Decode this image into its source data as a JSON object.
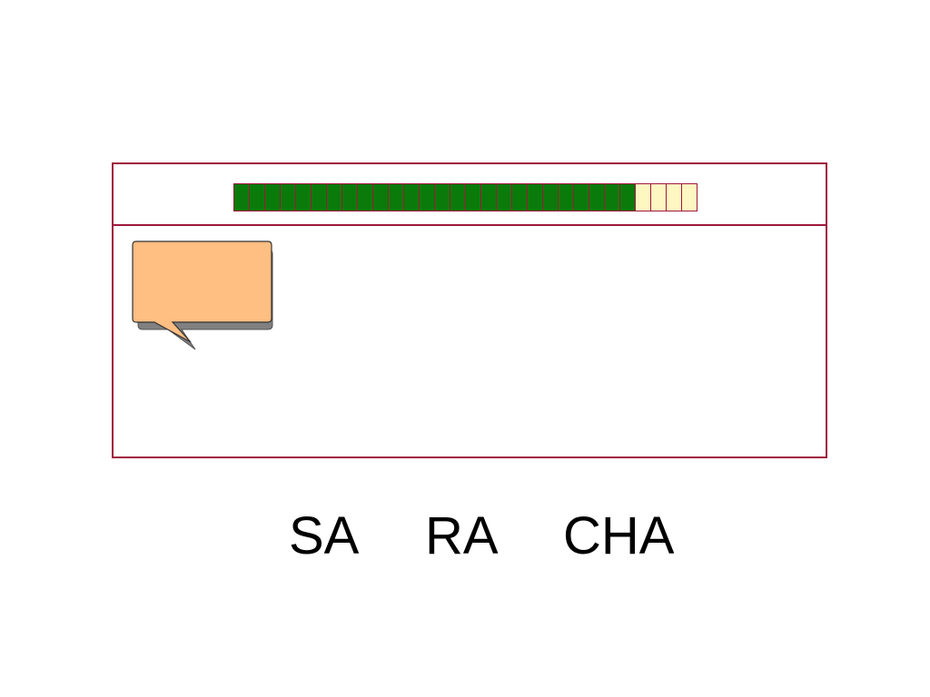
{
  "progress": {
    "total_segments": 30,
    "filled_segments": 26,
    "fill_color": "#0a7a0a",
    "empty_color": "#fff7c2",
    "border_color": "#a0183c"
  },
  "speech_bubble": {
    "fill_color": "#ffbe82",
    "shadow_color": "#808080",
    "text": ""
  },
  "labels": [
    "SA",
    "RA",
    "CHA"
  ]
}
